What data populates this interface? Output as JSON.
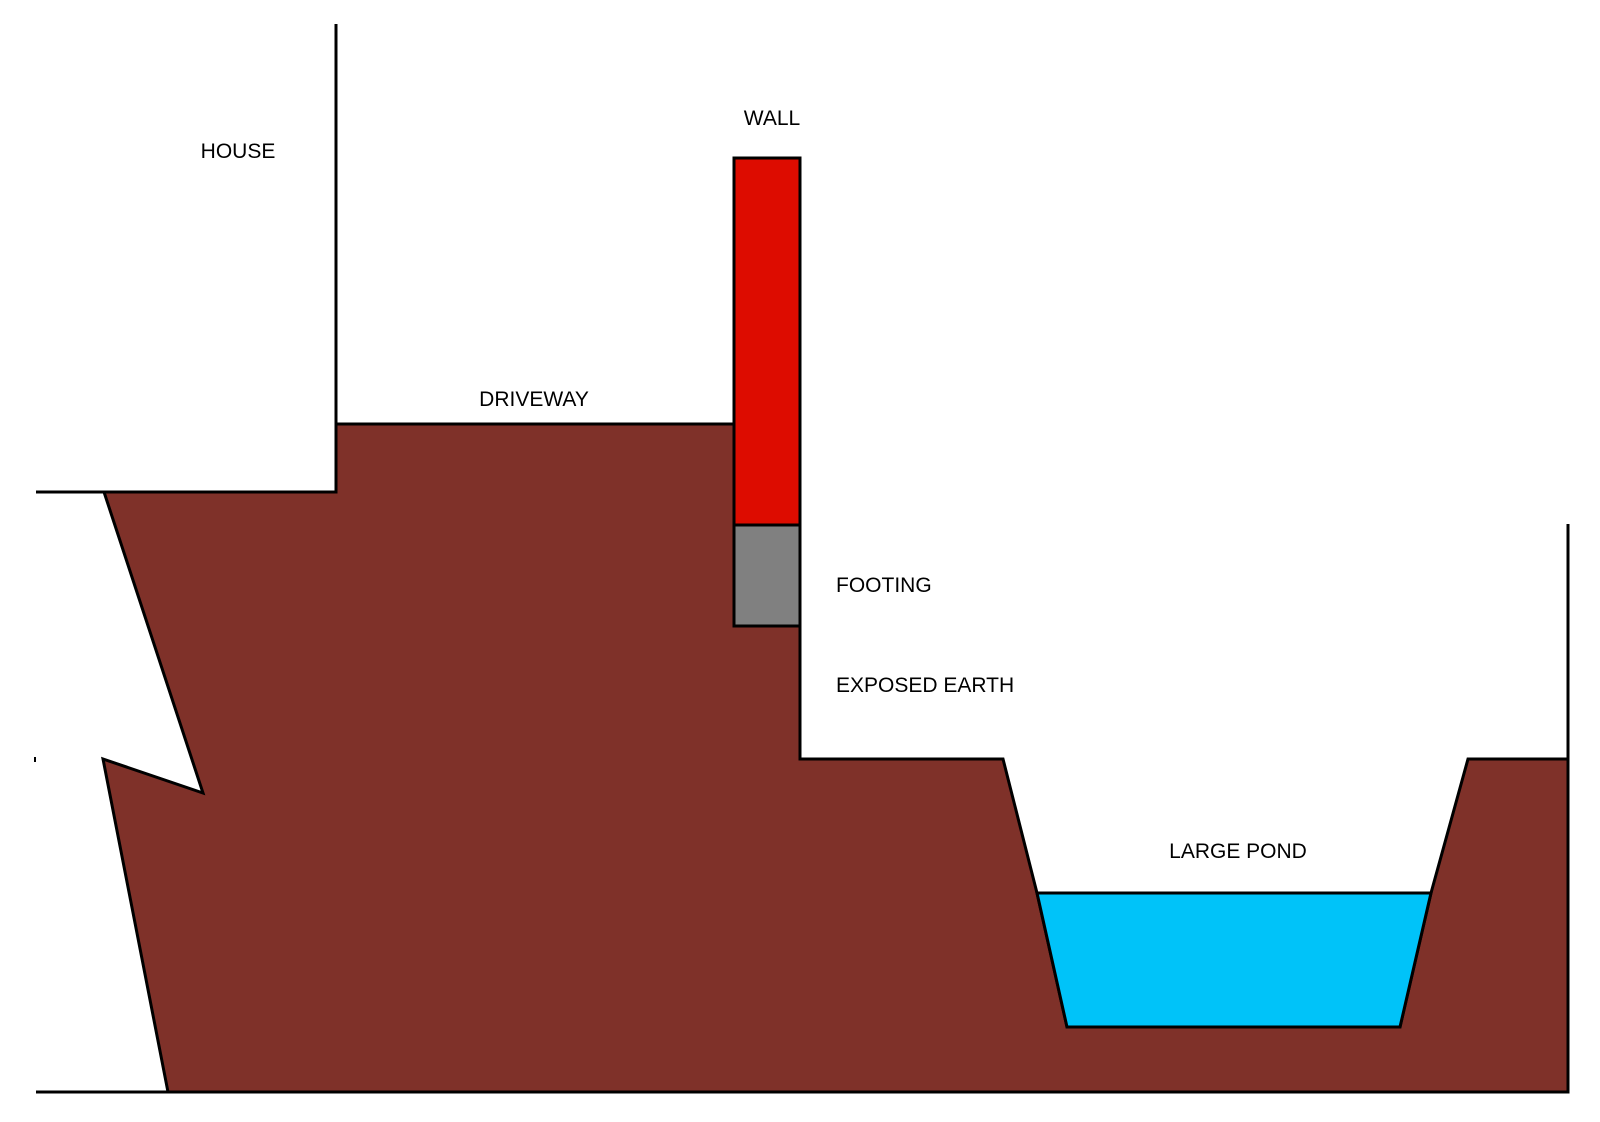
{
  "labels": {
    "house": "HOUSE",
    "wall": "WALL",
    "driveway": "DRIVEWAY",
    "footing": "FOOTING",
    "exposed_earth": "EXPOSED EARTH",
    "large_pond": "LARGE POND"
  },
  "colors": {
    "earth": "#7f3129",
    "wall": "#dd0c00",
    "footing": "#808080",
    "pond": "#00c3f9",
    "outline": "#000000",
    "background": "#ffffff"
  }
}
